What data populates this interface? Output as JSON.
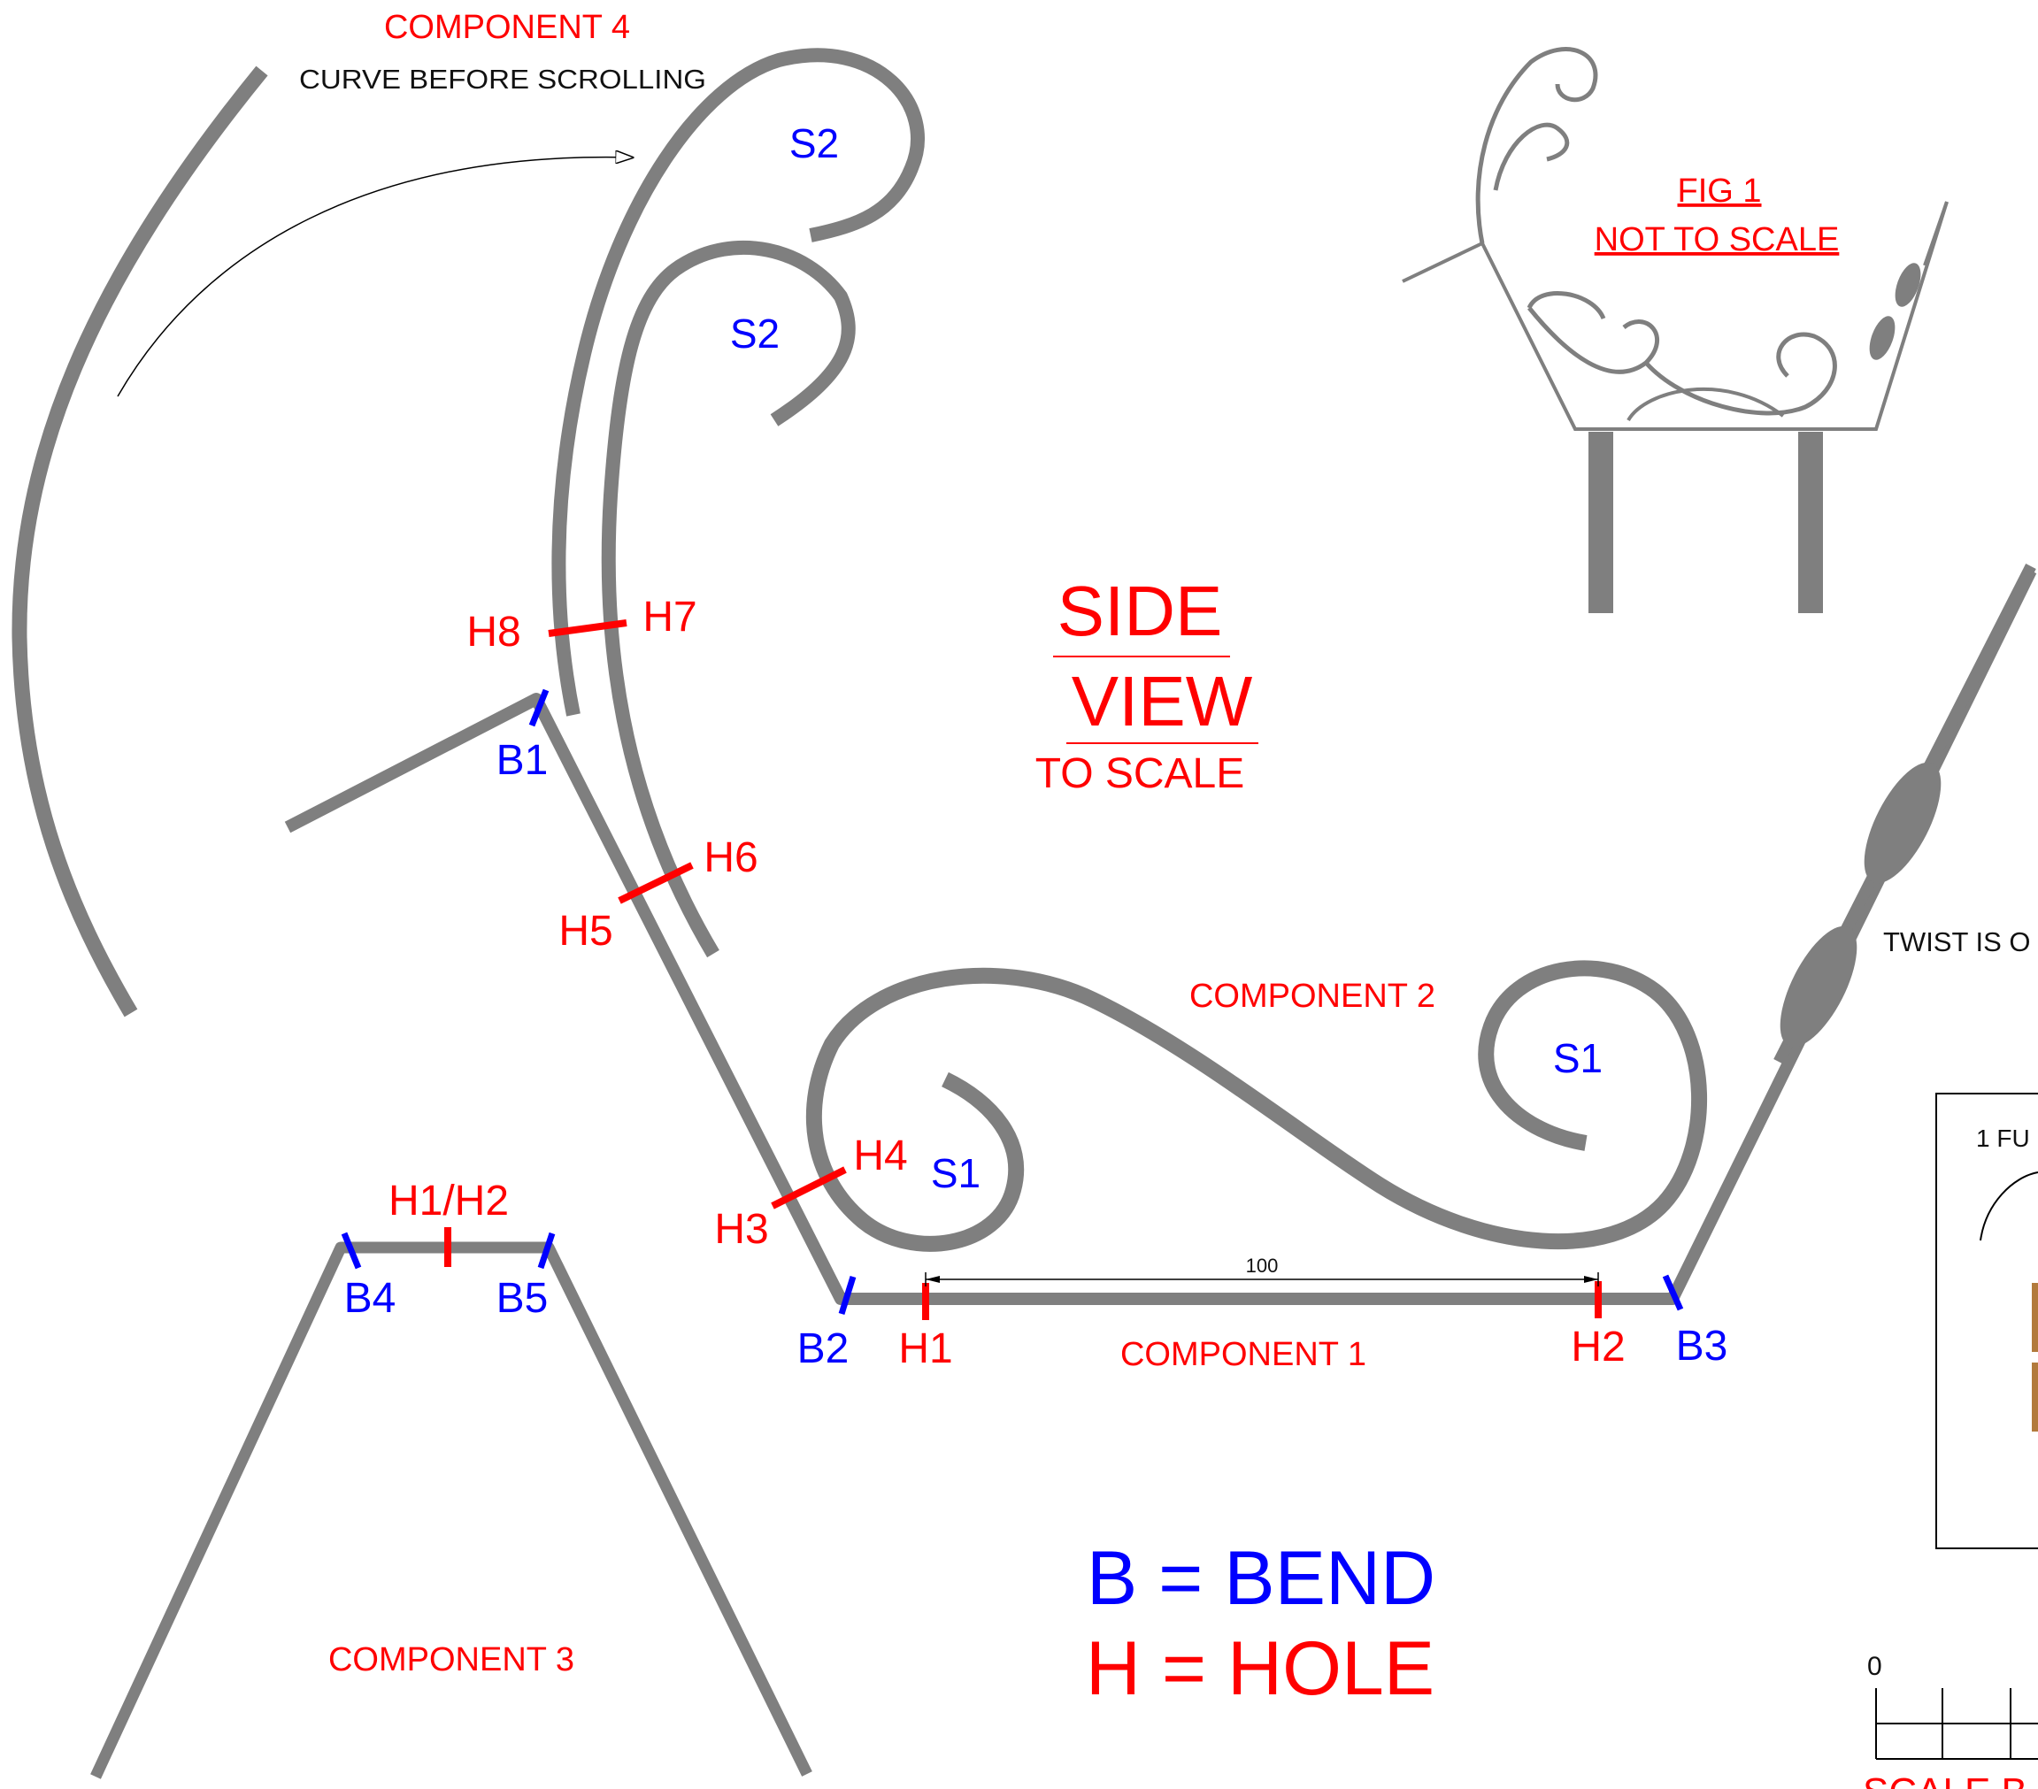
{
  "components": {
    "c1": "COMPONENT 1",
    "c2": "COMPONENT 2",
    "c3": "COMPONENT 3",
    "c4": "COMPONENT 4"
  },
  "curve_note": "CURVE BEFORE SCROLLING",
  "view_title": {
    "line1": "SIDE",
    "line2": "VIEW",
    "line3": "TO SCALE"
  },
  "figure": {
    "line1": "FIG 1",
    "line2": "NOT TO SCALE"
  },
  "bend_labels": {
    "b1": "B1",
    "b2": "B2",
    "b3": "B3",
    "b4": "B4",
    "b5": "B5"
  },
  "hole_labels": {
    "h1": "H1",
    "h2": "H2",
    "h3": "H3",
    "h4": "H4",
    "h5": "H5",
    "h6": "H6",
    "h7": "H7",
    "h8": "H8",
    "h1h2": "H1/H2"
  },
  "scroll_labels": {
    "s1_left": "S1",
    "s1_right": "S1",
    "s2_top": "S2",
    "s2_lower": "S2"
  },
  "dimension": "100",
  "legend": {
    "bend": "B = BEND",
    "hole": "H = HOLE"
  },
  "twist_note": "TWIST IS O",
  "inset_text": "1 FU",
  "scale_zero": "0",
  "scale_title": "SCALE B",
  "colors": {
    "bar": "#7f7f7f",
    "hole_mark": "#ff0000",
    "bend_mark": "#0000ff",
    "text_red": "#ff0000",
    "text_blue": "#0000ff"
  }
}
